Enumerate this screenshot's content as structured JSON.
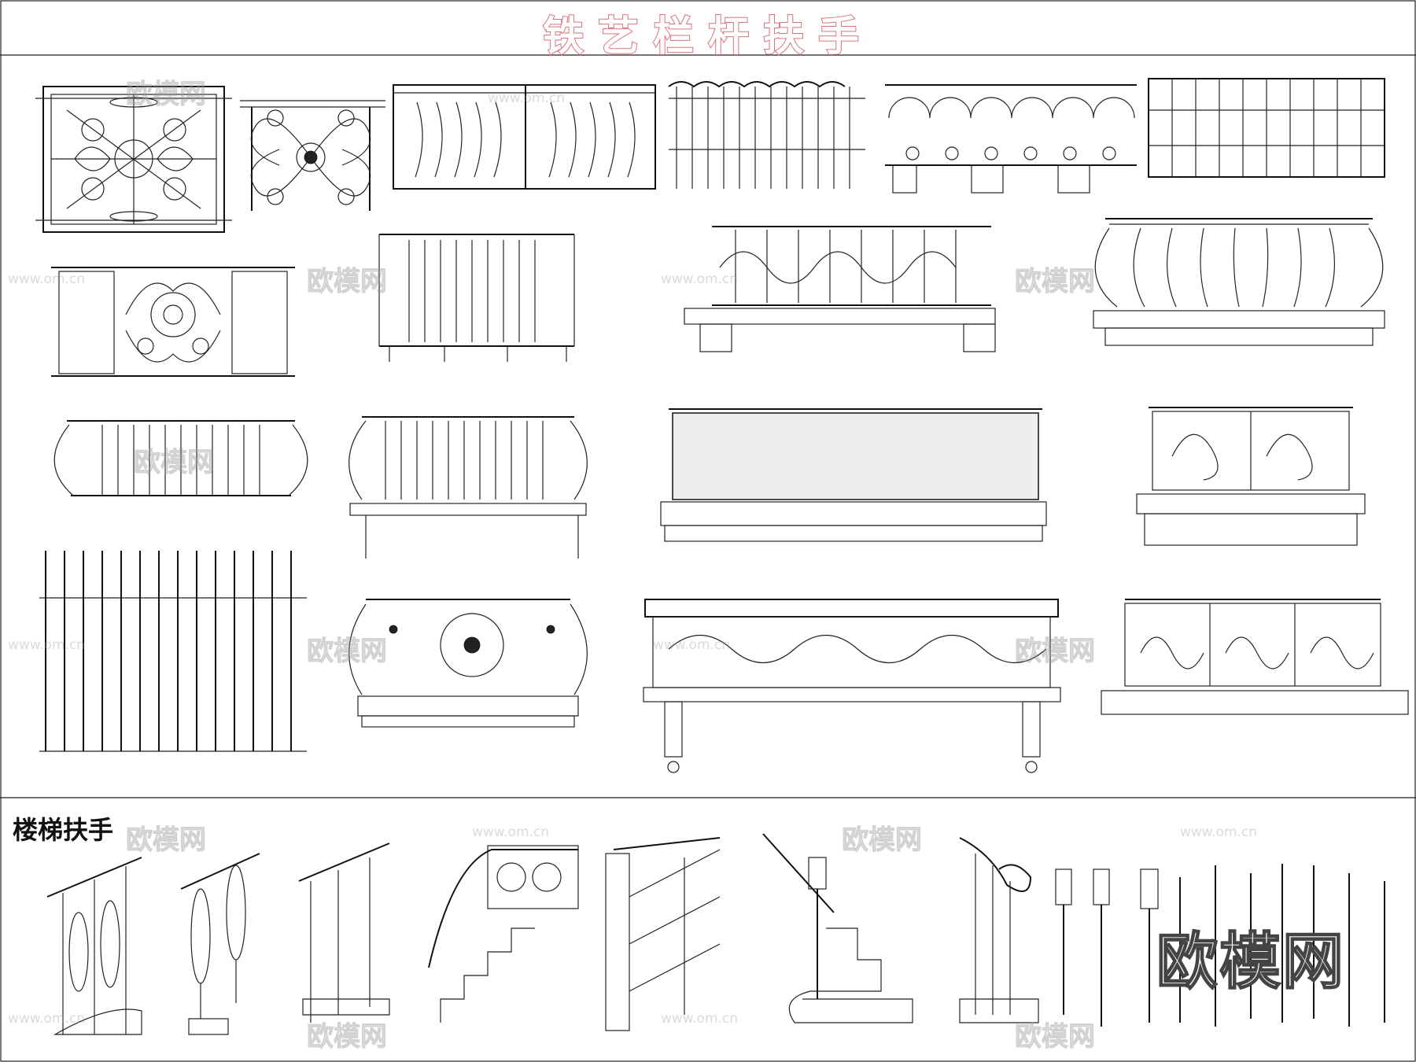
{
  "header": {
    "title": "铁艺栏杆扶手"
  },
  "sections": {
    "stair_handrail_label": "楼梯扶手"
  },
  "watermark": {
    "logo": "欧模网",
    "url": "www.om.cn"
  }
}
